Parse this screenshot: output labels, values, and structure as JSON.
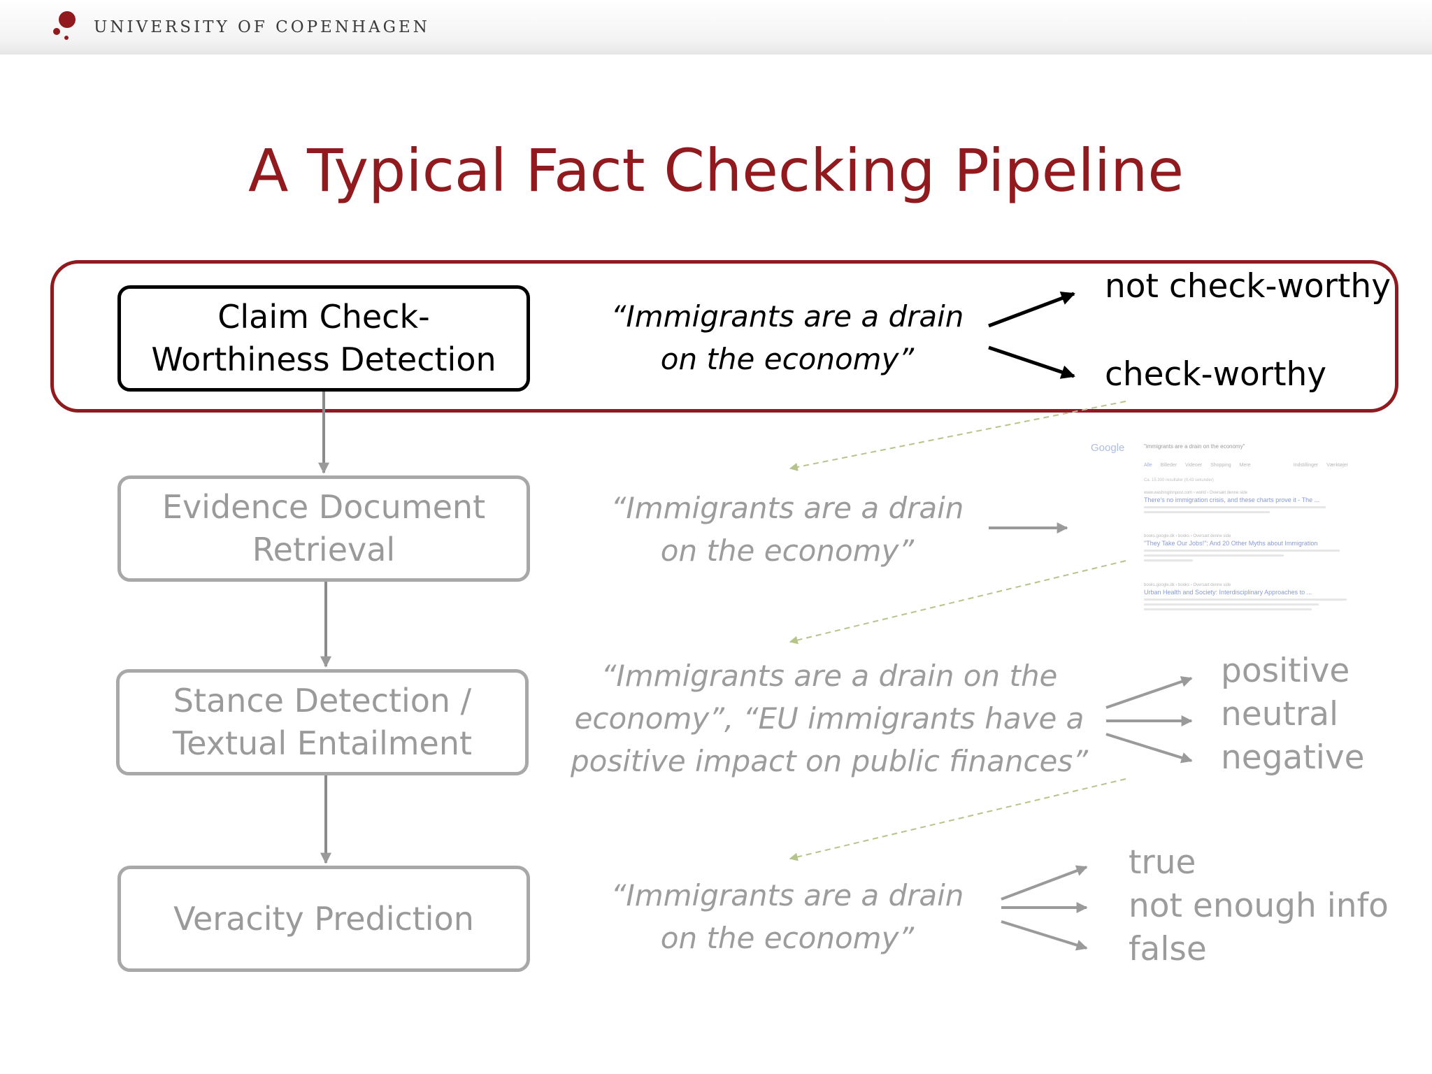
{
  "header": {
    "university": "UNIVERSITY OF COPENHAGEN"
  },
  "slide": {
    "title": "A Typical Fact Checking Pipeline"
  },
  "colors": {
    "accent": "#901a1e",
    "active": "#000000",
    "inactive": "#9c9c9c",
    "dashed_arrow": "#b5c48a"
  },
  "stages": [
    {
      "name_line1": "Claim Check-",
      "name_line2": "Worthiness Detection",
      "claim_line1": "“Immigrants are a drain",
      "claim_line2": "on the economy”",
      "outputs": [
        "not check-worthy",
        "check-worthy"
      ]
    },
    {
      "name_line1": "Evidence Document",
      "name_line2": "Retrieval",
      "claim_line1": "“Immigrants are a drain",
      "claim_line2": "on the economy”"
    },
    {
      "name_line1": "Stance Detection /",
      "name_line2": "Textual Entailment",
      "claim_line1": "“Immigrants are a drain on the",
      "claim_line2": "economy”, “EU immigrants have a",
      "claim_line3": "positive impact on public finances”",
      "outputs": [
        "positive",
        "neutral",
        "negative"
      ]
    },
    {
      "name_line1": "Veracity Prediction",
      "claim_line1": "“Immigrants are a drain",
      "claim_line2": "on the economy”",
      "outputs": [
        "true",
        "not enough info",
        "false"
      ]
    }
  ],
  "search_results": {
    "logo": "Google",
    "query": "\"immigrants are a drain on the economy\"",
    "tabs": [
      "Alle",
      "Billeder",
      "Videoer",
      "Shopping",
      "Mere"
    ],
    "tools": [
      "Indstillinger",
      "Værktøjer"
    ],
    "stats": "Ca. 15.300 resultater (0,43 sekunder)",
    "results": [
      {
        "url": "www.washingtonpost.com › world › Oversæt denne side",
        "title": "There's no immigration crisis, and these charts prove it - The ..."
      },
      {
        "url": "books.google.dk › books › Oversæt denne side",
        "title": "\"They Take Our Jobs!\": And 20 Other Myths about Immigration"
      },
      {
        "url": "books.google.dk › books › Oversæt denne side",
        "title": "Urban Health and Society: Interdisciplinary Approaches to ..."
      }
    ]
  }
}
